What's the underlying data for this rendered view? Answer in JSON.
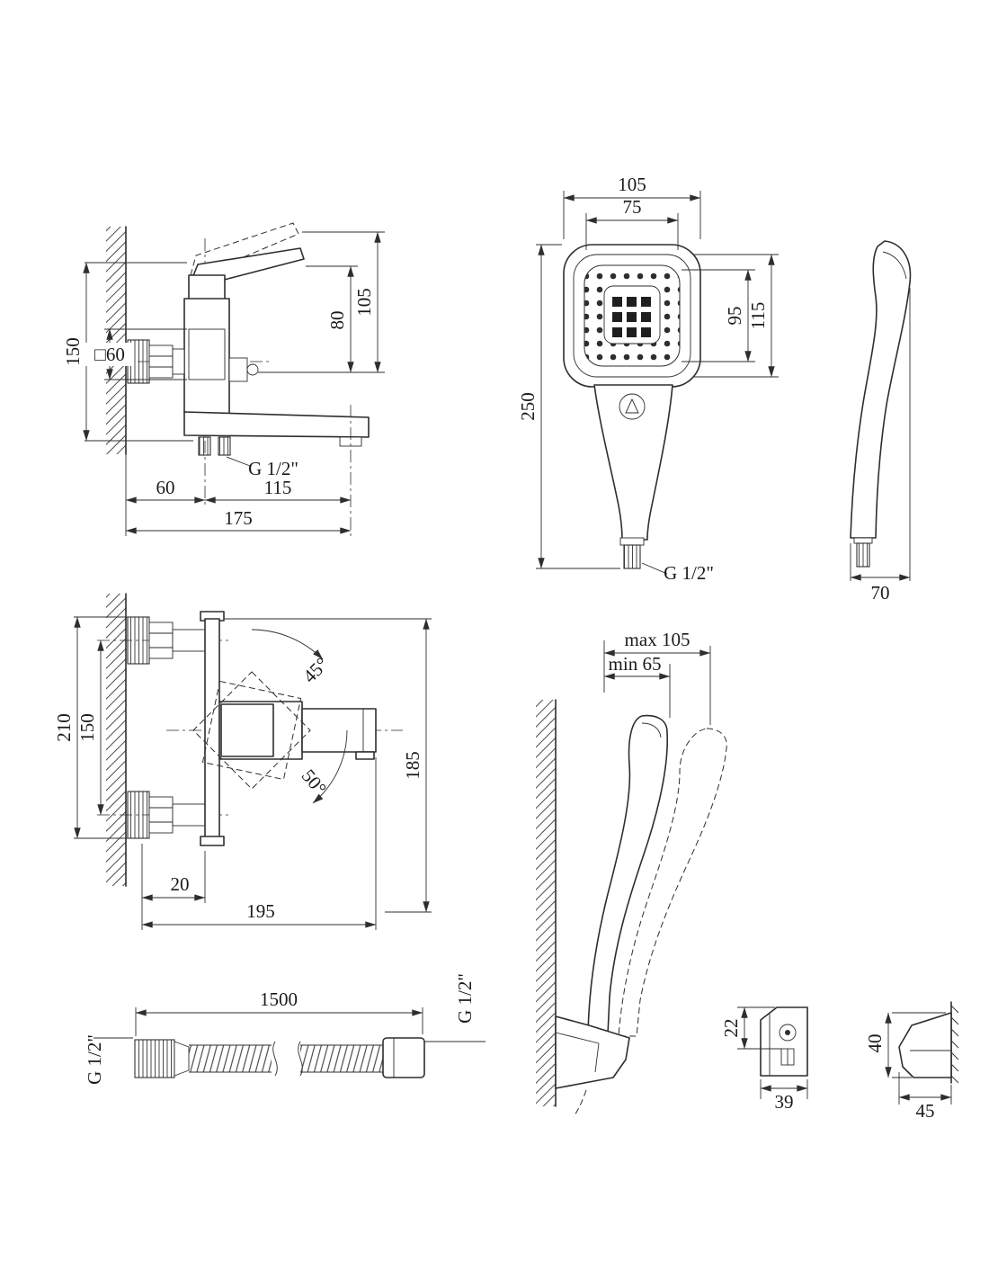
{
  "page": {
    "background": "#ffffff",
    "line_color": "#2e2e2e"
  },
  "views": {
    "mixer_side": {
      "dim_150": "150",
      "dim_sq60": "□60",
      "dim_80": "80",
      "dim_105": "105",
      "thread": "G 1/2\"",
      "dim_60": "60",
      "dim_115": "115",
      "dim_175": "175"
    },
    "shower_front": {
      "dim_105": "105",
      "dim_75": "75",
      "dim_95": "95",
      "dim_115": "115",
      "dim_250": "250",
      "thread": "G 1/2\""
    },
    "shower_side": {
      "dim_70": "70"
    },
    "mixer_front": {
      "dim_210": "210",
      "dim_150": "150",
      "angle_45": "45°",
      "angle_50": "50°",
      "dim_185": "185",
      "dim_20": "20",
      "dim_195": "195"
    },
    "holder_side": {
      "dim_max": "max 105",
      "dim_min": "min 65"
    },
    "hose": {
      "dim_1500": "1500",
      "thread_left": "G 1/2\"",
      "thread_right": "G 1/2\""
    },
    "bracket_front": {
      "dim_22": "22",
      "dim_39": "39"
    },
    "bracket_side": {
      "dim_40": "40",
      "dim_45": "45"
    }
  }
}
